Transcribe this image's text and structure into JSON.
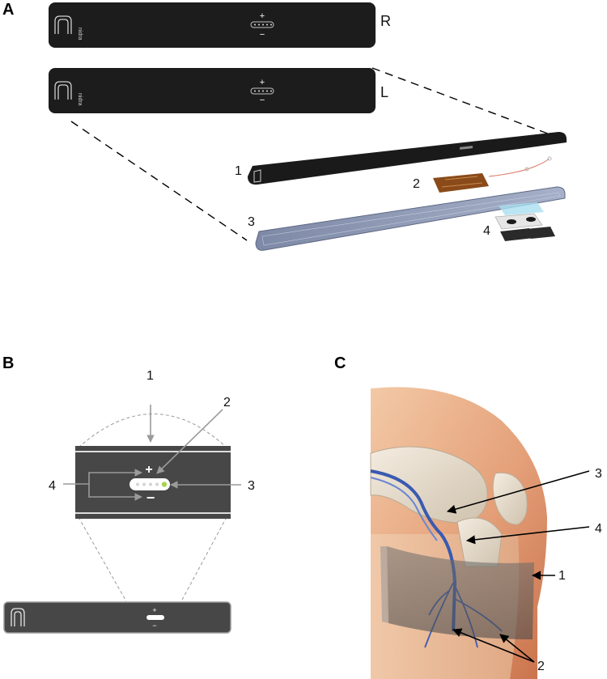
{
  "panels": {
    "a": {
      "letter": "A",
      "strap_labels": {
        "right": "R",
        "left": "L"
      },
      "brand_text": "nidra",
      "plus_symbol": "+",
      "minus_symbol": "−",
      "callouts": [
        "1",
        "2",
        "3",
        "4"
      ]
    },
    "b": {
      "letter": "B",
      "plus_symbol": "+",
      "minus_symbol": "−",
      "callouts": [
        "1",
        "2",
        "3",
        "4"
      ]
    },
    "c": {
      "letter": "C",
      "callouts": [
        "1",
        "2",
        "3",
        "4"
      ]
    }
  },
  "colors": {
    "strap": "#1c1c1c",
    "strap_edge": "#3a3a3a",
    "panel_b_strap": "#4a4a4a",
    "electrode_layer": "#8a96b0",
    "circuit_layer": "#8a4a1a",
    "indicator_light": "#a6d64a",
    "skin": "#e0a070",
    "vein": "#3a5ab0"
  }
}
